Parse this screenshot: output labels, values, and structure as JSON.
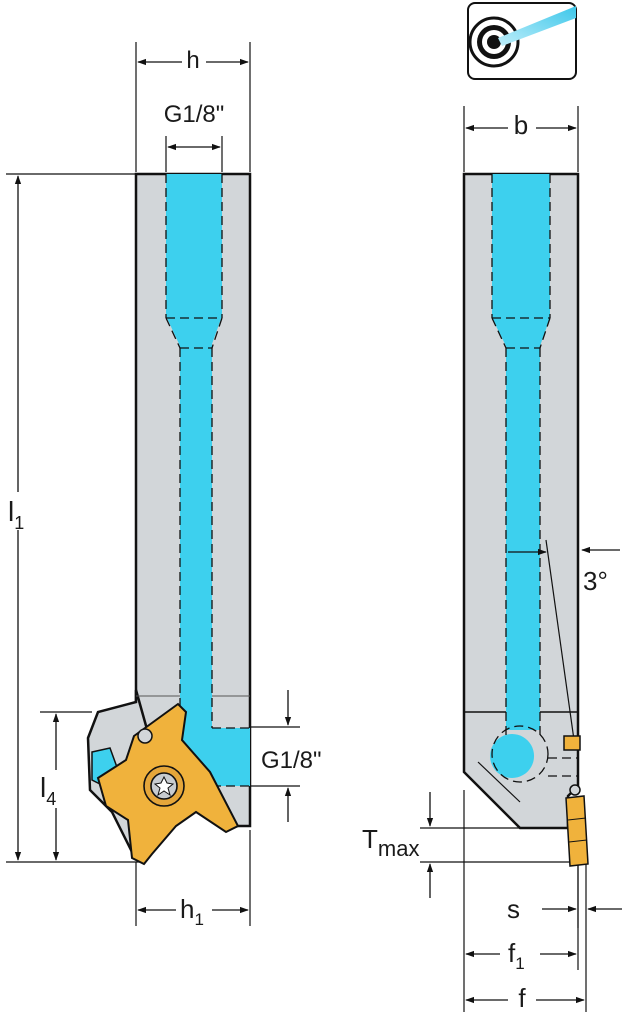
{
  "labels": {
    "h": "h",
    "g_top": "G1/8\"",
    "l1_main": "l",
    "l1_sub": "1",
    "l4_main": "l",
    "l4_sub": "4",
    "g_side": "G1/8\"",
    "h1_main": "h",
    "h1_sub": "1",
    "b": "b",
    "angle": "3°",
    "tmax_main": "T",
    "tmax_sub": "max",
    "s": "s",
    "f1_main": "f",
    "f1_sub": "1",
    "f": "f"
  },
  "colors": {
    "body": "#d2d6d9",
    "coolant": "#3dd0ee",
    "insert": "#f0b23c",
    "outline": "#111111"
  },
  "icon": "coolant-target-icon"
}
